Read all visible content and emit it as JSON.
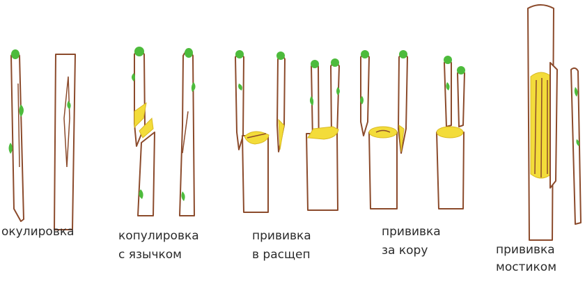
{
  "colors": {
    "bark": "#8b4a2b",
    "bud": "#4dbb3c",
    "cut": "#f3dc3a",
    "text": "#2b2b2b"
  },
  "methods": [
    {
      "id": "budding",
      "line1": "окулировка",
      "line2": ""
    },
    {
      "id": "tongue-grafting",
      "line1": "копулировка",
      "line2": "с язычком"
    },
    {
      "id": "cleft-grafting",
      "line1": "прививка",
      "line2": "в расщеп"
    },
    {
      "id": "bark-grafting",
      "line1": "прививка",
      "line2": "за кору"
    },
    {
      "id": "bridge-grafting",
      "line1": "прививка",
      "line2": "мостиком"
    }
  ]
}
